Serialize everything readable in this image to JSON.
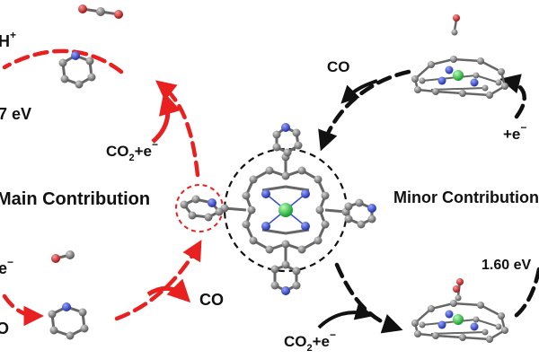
{
  "diagram": {
    "left_cycle": {
      "title": "Main Contribution",
      "energy_label_top": "7 eV",
      "top_cation": "H",
      "top_cation_charge": "+",
      "electron_label": "e",
      "electron_charge": "−",
      "reactant_label": "CO",
      "reactant_label_subscript": "2",
      "reactant_label_suffix": "+e",
      "reactant_label_suffix_charge": "−",
      "product_label": "CO",
      "edge_label": "O"
    },
    "right_cycle": {
      "title": "Minor Contribution",
      "energy_label": "1.60 eV",
      "electron_label": "+e",
      "electron_charge": "−",
      "product_label": "CO",
      "reactant_label": "CO",
      "reactant_label_subscript": "2",
      "reactant_label_suffix": "+e",
      "reactant_label_suffix_charge": "−"
    },
    "colors": {
      "main_arrow": "#e8201f",
      "minor_arrow": "#111111",
      "carbon": "#7a7a7a",
      "nitrogen": "#3a4fd0",
      "metal": "#2fd04a",
      "oxygen": "#d02020"
    }
  }
}
